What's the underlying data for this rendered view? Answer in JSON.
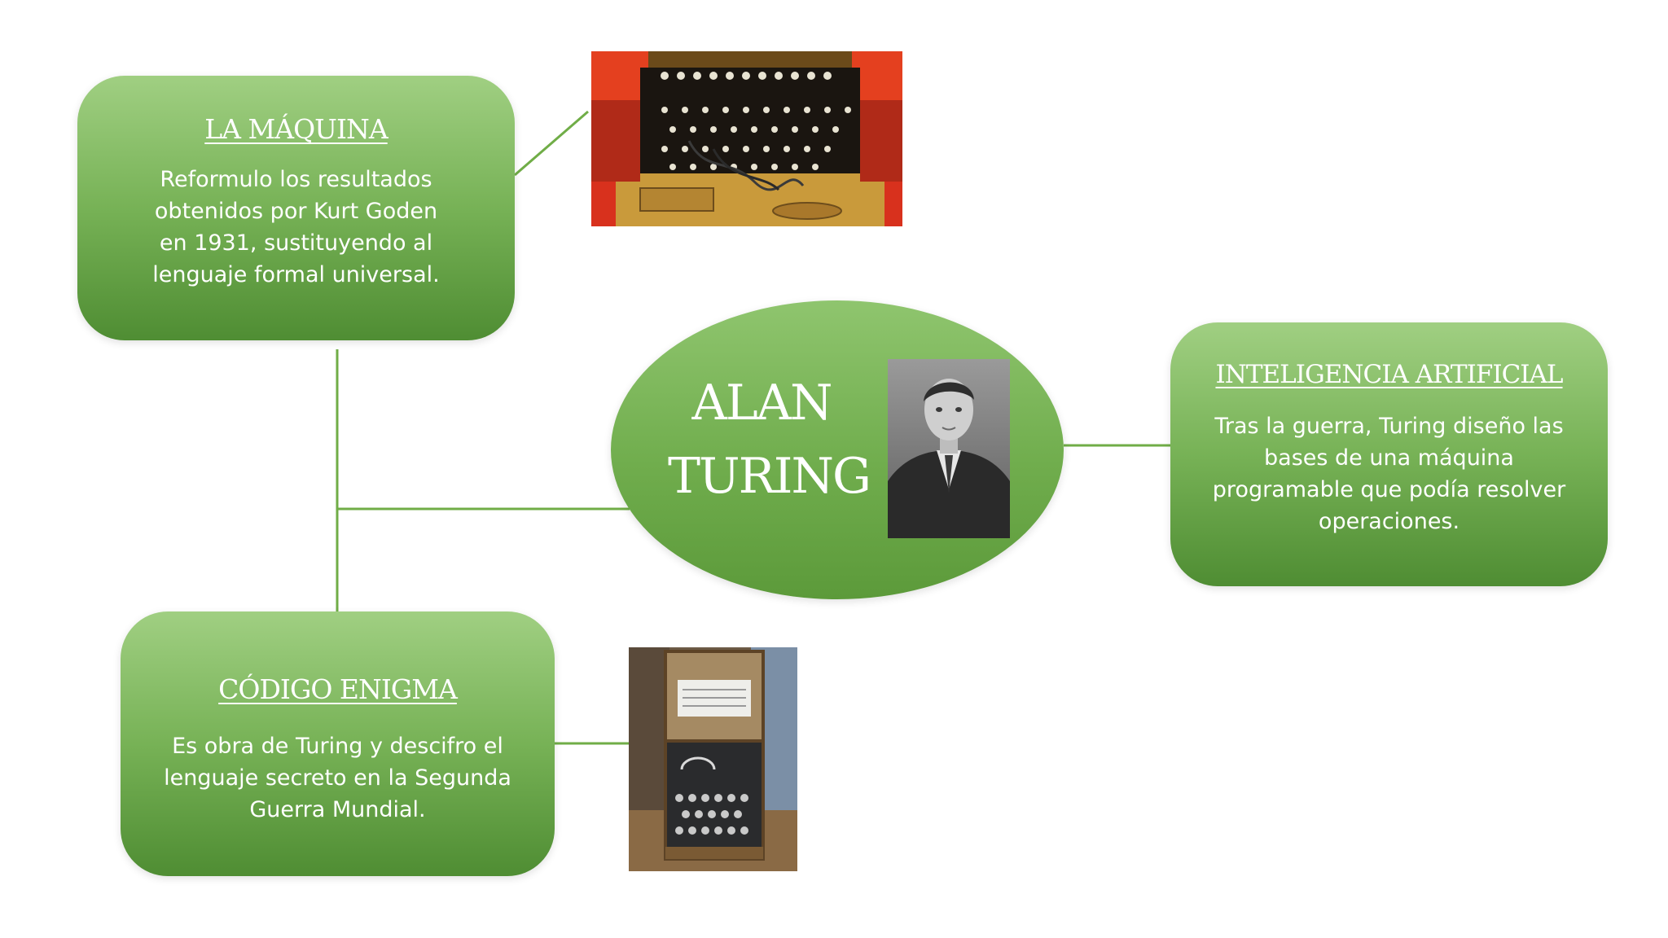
{
  "center": {
    "title_line1": "ALAN",
    "title_line2": "TURING",
    "photo": "alan-turing-portrait"
  },
  "boxes": {
    "maquina": {
      "title": "LA MÁQUINA",
      "lines": [
        "Reformulo los resultados",
        "obtenidos por Kurt Goden",
        "en 1931, sustituyendo al",
        "lenguaje formal universal."
      ],
      "photo": "enigma-machine-keyboard-photo"
    },
    "ia": {
      "title": "INTELIGENCIA ARTIFICIAL",
      "lines": [
        "Tras la guerra, Turing diseño las",
        "bases de una máquina",
        "programable que podía resolver",
        "operaciones."
      ]
    },
    "enigma": {
      "title": "CÓDIGO ENIGMA",
      "lines": [
        "Es obra de Turing y descifro el",
        "lenguaje secreto en la Segunda",
        "Guerra Mundial."
      ],
      "photo": "enigma-machine-box-photo"
    }
  },
  "colors": {
    "box_top": "#a0cf82",
    "box_bottom": "#4f8d33",
    "connector": "#70ad47",
    "text": "#ffffff"
  }
}
